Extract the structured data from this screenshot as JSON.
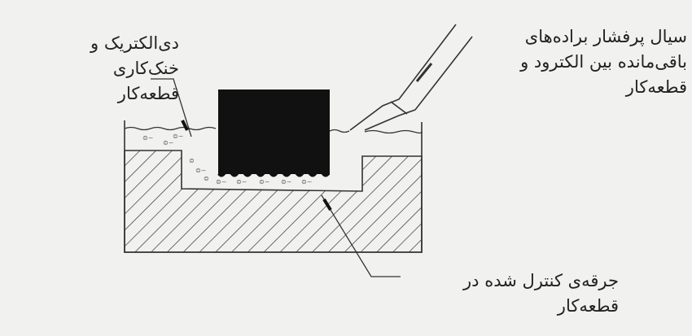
{
  "labels": {
    "dielectric": [
      "دی‌الکتریک و",
      "خنک‌کاری",
      "قطعه‌کار"
    ],
    "high_pressure_fluid": [
      "سیال پرفشار براده‌های",
      "باقی‌مانده بین الکترود و",
      "قطعه‌کار"
    ],
    "controlled_spark": [
      "جرقه‌ی کنترل شده در",
      "قطعه‌کار"
    ]
  },
  "colors": {
    "ink": "#222222",
    "paper": "#f1f1ef",
    "electrode": "#111111"
  }
}
